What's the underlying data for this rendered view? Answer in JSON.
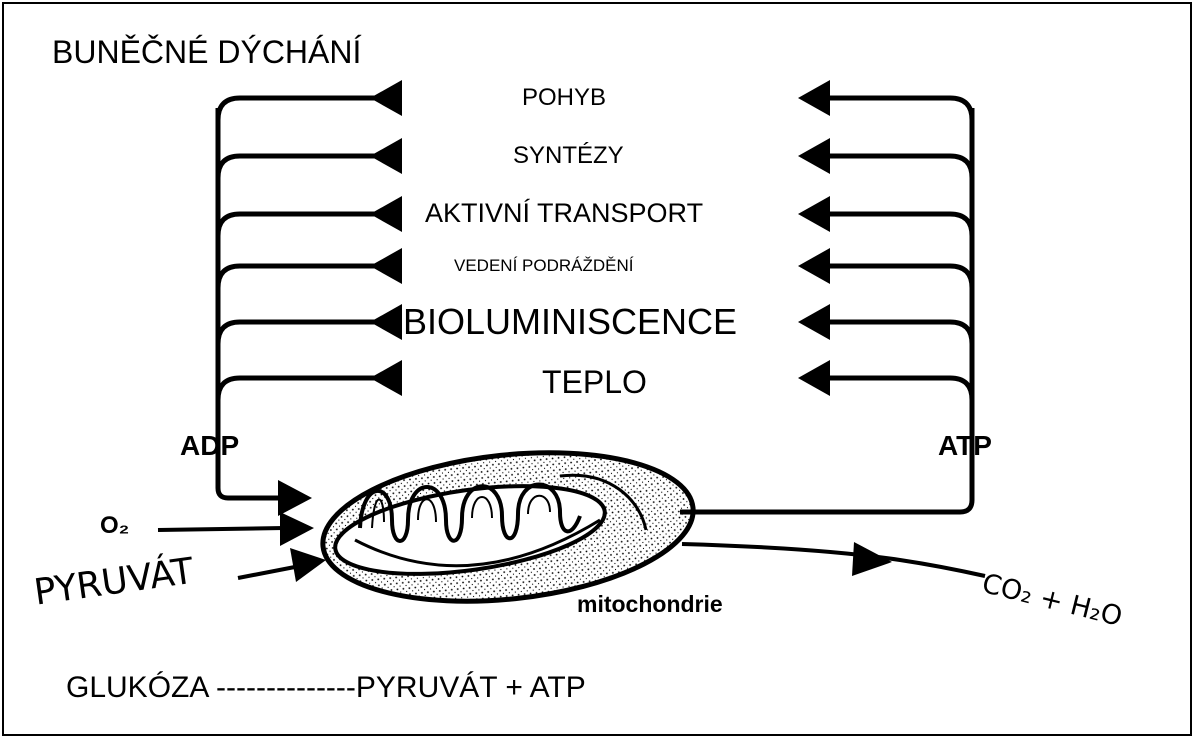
{
  "title": "BUNĚČNÉ DÝCHÁNÍ",
  "processes": [
    {
      "label": "POHYB"
    },
    {
      "label": "SYNTÉZY"
    },
    {
      "label": "AKTIVNÍ TRANSPORT"
    },
    {
      "label": "VEDENÍ PODRÁŽDĚNÍ"
    },
    {
      "label": "BIOLUMINISCENCE"
    },
    {
      "label": "TEPLO"
    }
  ],
  "adp_label": "ADP",
  "atp_label": "ATP",
  "o2_label": "O₂",
  "pyruvat_label": "PYRUVÁT",
  "mito_label": "mitochondrie",
  "products_label": "CO₂ + H₂O",
  "equation": "GLUKÓZA --------------PYRUVÁT + ATP"
}
